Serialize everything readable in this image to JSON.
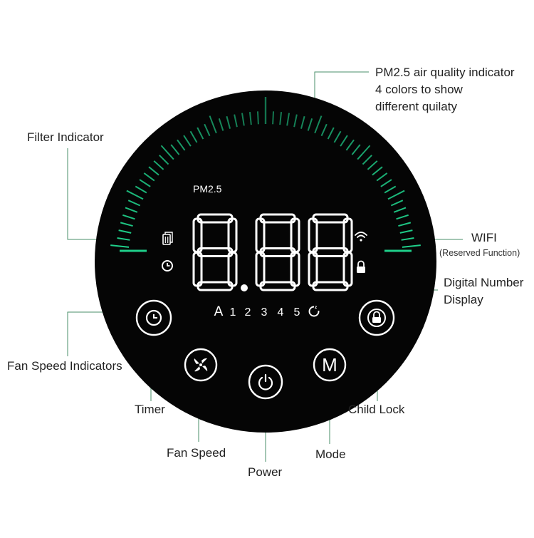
{
  "panel": {
    "pm_label": "PM2.5",
    "display_value": "8.88",
    "speed_indicators": [
      "A",
      "1",
      "2",
      "3",
      "4",
      "5"
    ],
    "mode_button_label": "M",
    "gauge_color": "#1fcf8a",
    "panel_color": "#050505"
  },
  "callouts": {
    "pm_indicator": {
      "line1": "PM2.5 air quality indicator",
      "line2": "4 colors to show",
      "line3": "different quilaty"
    },
    "filter_indicator": "Filter Indicator",
    "wifi": "WIFI",
    "wifi_note": "(Reserved Function)",
    "digital_display": {
      "line1": "Digital Number",
      "line2": "Display"
    },
    "fan_speed_indicators": "Fan Speed Indicators",
    "timer": "Timer",
    "child_lock": "Child Lock",
    "fan_speed": "Fan Speed",
    "mode": "Mode",
    "power": "Power"
  }
}
